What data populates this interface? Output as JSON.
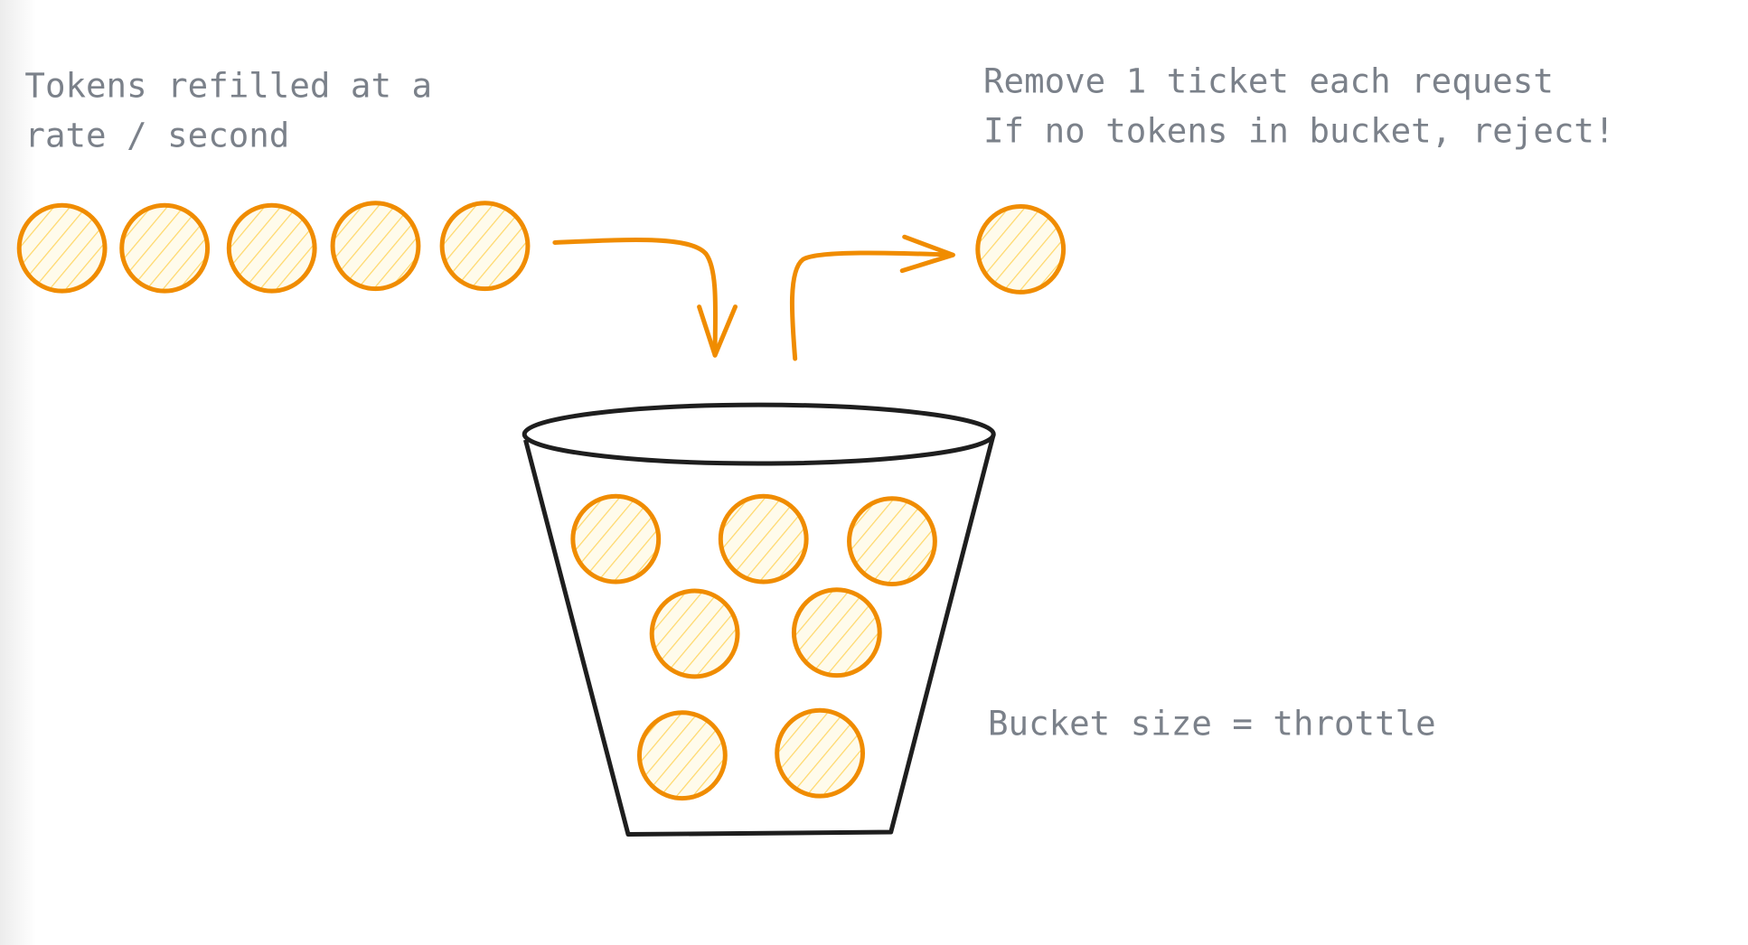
{
  "labels": {
    "refill_line1": "Tokens refilled at a",
    "refill_line2": "rate / second",
    "remove_line1": "Remove 1 ticket each request",
    "remove_line2": "If no tokens in bucket, reject!",
    "bucket_size": "Bucket size = throttle"
  },
  "counts": {
    "incoming_tokens": 5,
    "removed_tokens": 1,
    "bucket_tokens": 7
  },
  "colors": {
    "token_stroke": "#f08c00",
    "hatch": "#ffd86b",
    "text": "#7b818a",
    "bucket": "#1e1e1e"
  }
}
